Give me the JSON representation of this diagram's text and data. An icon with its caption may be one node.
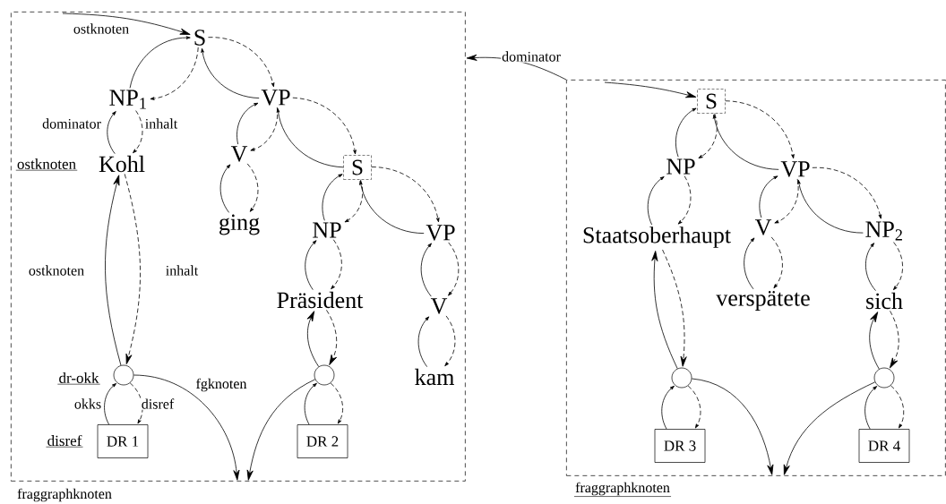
{
  "diagram": {
    "nodes": [
      {
        "text": [],
        "shape": "box",
        "beside": [
          "fraggraphknoten"
        ]
      },
      {
        "text": [
          "S"
        ],
        "in": 0
      },
      {
        "text": [
          "NP$_{1}$"
        ],
        "in": 0
      },
      {
        "text": [
          "VP"
        ],
        "in": 0
      },
      {
        "text": [
          "Kohl"
        ],
        "in": 0
      },
      {
        "text": [
          "V"
        ],
        "in": 0
      },
      {
        "text": [
          "ging"
        ],
        "in": 0
      },
      {
        "text": [
          "S"
        ],
        "in": 0
      },
      {
        "text": [
          "NP"
        ],
        "in": 0
      },
      {
        "text": [
          "VP"
        ],
        "in": 0
      },
      {
        "text": [
          "Präsident"
        ],
        "in": 0
      },
      {
        "text": [
          "V"
        ],
        "in": 0
      },
      {
        "text": [
          "kam"
        ],
        "in": 0
      },
      {
        "text": [],
        "shape": "circle",
        "in": 0
      },
      {
        "text": [],
        "shape": "circle",
        "in": 0
      },
      {
        "text": [
          "DR 1"
        ],
        "in": 0
      },
      {
        "text": [
          "DR 2"
        ],
        "in": 0
      },
      {
        "text": [],
        "shape": "box",
        "beside": [
          "fraggraphknoten"
        ]
      },
      {
        "text": [
          "S"
        ],
        "in": 17
      },
      {
        "text": [
          "NP"
        ],
        "in": 17
      },
      {
        "text": [
          "VP"
        ],
        "in": 17
      },
      {
        "text": [
          "Staatsoberhaupt"
        ],
        "in": 17
      },
      {
        "text": [
          "V"
        ],
        "in": 17
      },
      {
        "text": [
          "NP$_{2}$"
        ],
        "in": 17
      },
      {
        "text": [
          "verspätete"
        ],
        "in": 17
      },
      {
        "text": [
          "sich"
        ],
        "in": 17
      },
      {
        "text": [],
        "shape": "circle",
        "in": 17
      },
      {
        "text": [],
        "shape": "circle",
        "in": 17
      },
      {
        "text": [
          "DR 3"
        ],
        "in": 17
      },
      {
        "text": [
          "DR 4"
        ],
        "in": 17
      }
    ],
    "edges": [
      {
        "from": null,
        "to": 1,
        "arrow": "to",
        "label": "ostknoten"
      },
      {
        "from": 17,
        "to": 0,
        "arrow": "to",
        "label": "dominator"
      },
      {
        "from": null,
        "to": 18,
        "arrow": "to"
      },
      {
        "from": 2,
        "to": 1,
        "arrow": "to"
      },
      {
        "from": 1,
        "to": 2,
        "arrow": "to",
        "style": "dashed"
      },
      {
        "from": 3,
        "to": 1,
        "arrow": "to"
      },
      {
        "from": 1,
        "to": 3,
        "arrow": "to",
        "style": "dashed"
      },
      {
        "from": 4,
        "to": 2,
        "arrow": "to",
        "label": "dominator"
      },
      {
        "from": 2,
        "to": 4,
        "arrow": "to",
        "style": "dashed",
        "label": "inhalt"
      },
      {
        "from": 5,
        "to": 3,
        "arrow": "to"
      },
      {
        "from": 3,
        "to": 5,
        "arrow": "to",
        "style": "dashed"
      },
      {
        "from": 7,
        "to": 3,
        "arrow": "to"
      },
      {
        "from": 3,
        "to": 7,
        "arrow": "to",
        "style": "dashed"
      },
      {
        "from": 6,
        "to": 5,
        "arrow": "to"
      },
      {
        "from": 5,
        "to": 6,
        "arrow": "to",
        "style": "dashed"
      },
      {
        "from": 8,
        "to": 7,
        "arrow": "to"
      },
      {
        "from": 7,
        "to": 8,
        "arrow": "to",
        "style": "dashed"
      },
      {
        "from": 9,
        "to": 7,
        "arrow": "to"
      },
      {
        "from": 7,
        "to": 9,
        "arrow": "to",
        "style": "dashed"
      },
      {
        "from": 10,
        "to": 8,
        "arrow": "to"
      },
      {
        "from": 8,
        "to": 10,
        "arrow": "to",
        "style": "dashed"
      },
      {
        "from": 11,
        "to": 9,
        "arrow": "to"
      },
      {
        "from": 9,
        "to": 11,
        "arrow": "to",
        "style": "dashed"
      },
      {
        "from": 12,
        "to": 11,
        "arrow": "to"
      },
      {
        "from": 11,
        "to": 12,
        "arrow": "to",
        "style": "dashed"
      },
      {
        "from": 13,
        "to": 4,
        "arrow": "to",
        "label": "ostknoten"
      },
      {
        "from": 4,
        "to": 13,
        "arrow": "to",
        "style": "dashed",
        "label": "inhalt"
      },
      {
        "from": 14,
        "to": 10,
        "arrow": "to"
      },
      {
        "from": 10,
        "to": 14,
        "arrow": "to",
        "style": "dashed"
      },
      {
        "from": 15,
        "to": 13,
        "arrow": "to",
        "label": "okks"
      },
      {
        "from": 13,
        "to": 15,
        "arrow": "to",
        "style": "dashed",
        "label": "disref"
      },
      {
        "from": 16,
        "to": 14,
        "arrow": "to"
      },
      {
        "from": 14,
        "to": 16,
        "arrow": "to",
        "style": "dashed"
      },
      {
        "from": 13,
        "to": 0,
        "arrow": "to",
        "label": "fgknoten"
      },
      {
        "from": 14,
        "to": 0,
        "arrow": "to"
      },
      {
        "from": 19,
        "to": 18,
        "arrow": "to"
      },
      {
        "from": 18,
        "to": 19,
        "arrow": "to",
        "style": "dashed"
      },
      {
        "from": 20,
        "to": 18,
        "arrow": "to"
      },
      {
        "from": 18,
        "to": 20,
        "arrow": "to",
        "style": "dashed"
      },
      {
        "from": 21,
        "to": 19,
        "arrow": "to"
      },
      {
        "from": 19,
        "to": 21,
        "arrow": "to",
        "style": "dashed"
      },
      {
        "from": 22,
        "to": 20,
        "arrow": "to"
      },
      {
        "from": 20,
        "to": 22,
        "arrow": "to",
        "style": "dashed"
      },
      {
        "from": 23,
        "to": 20,
        "arrow": "to"
      },
      {
        "from": 20,
        "to": 23,
        "arrow": "to",
        "style": "dashed"
      },
      {
        "from": 24,
        "to": 22,
        "arrow": "to"
      },
      {
        "from": 22,
        "to": 24,
        "arrow": "to",
        "style": "dashed"
      },
      {
        "from": 25,
        "to": 23,
        "arrow": "to"
      },
      {
        "from": 23,
        "to": 25,
        "arrow": "to",
        "style": "dashed"
      },
      {
        "from": 26,
        "to": 21,
        "arrow": "to"
      },
      {
        "from": 21,
        "to": 26,
        "arrow": "to",
        "style": "dashed"
      },
      {
        "from": 27,
        "to": 25,
        "arrow": "to"
      },
      {
        "from": 25,
        "to": 27,
        "arrow": "to",
        "style": "dashed"
      },
      {
        "from": 28,
        "to": 26,
        "arrow": "to"
      },
      {
        "from": 26,
        "to": 28,
        "arrow": "to",
        "style": "dashed"
      },
      {
        "from": 29,
        "to": 27,
        "arrow": "to"
      },
      {
        "from": 27,
        "to": 29,
        "arrow": "to",
        "style": "dashed"
      },
      {
        "from": 26,
        "to": 17,
        "arrow": "to"
      },
      {
        "from": 27,
        "to": 17,
        "arrow": "to"
      }
    ],
    "labels": [
      "ostknoten",
      "dr-okk",
      "disref"
    ]
  }
}
